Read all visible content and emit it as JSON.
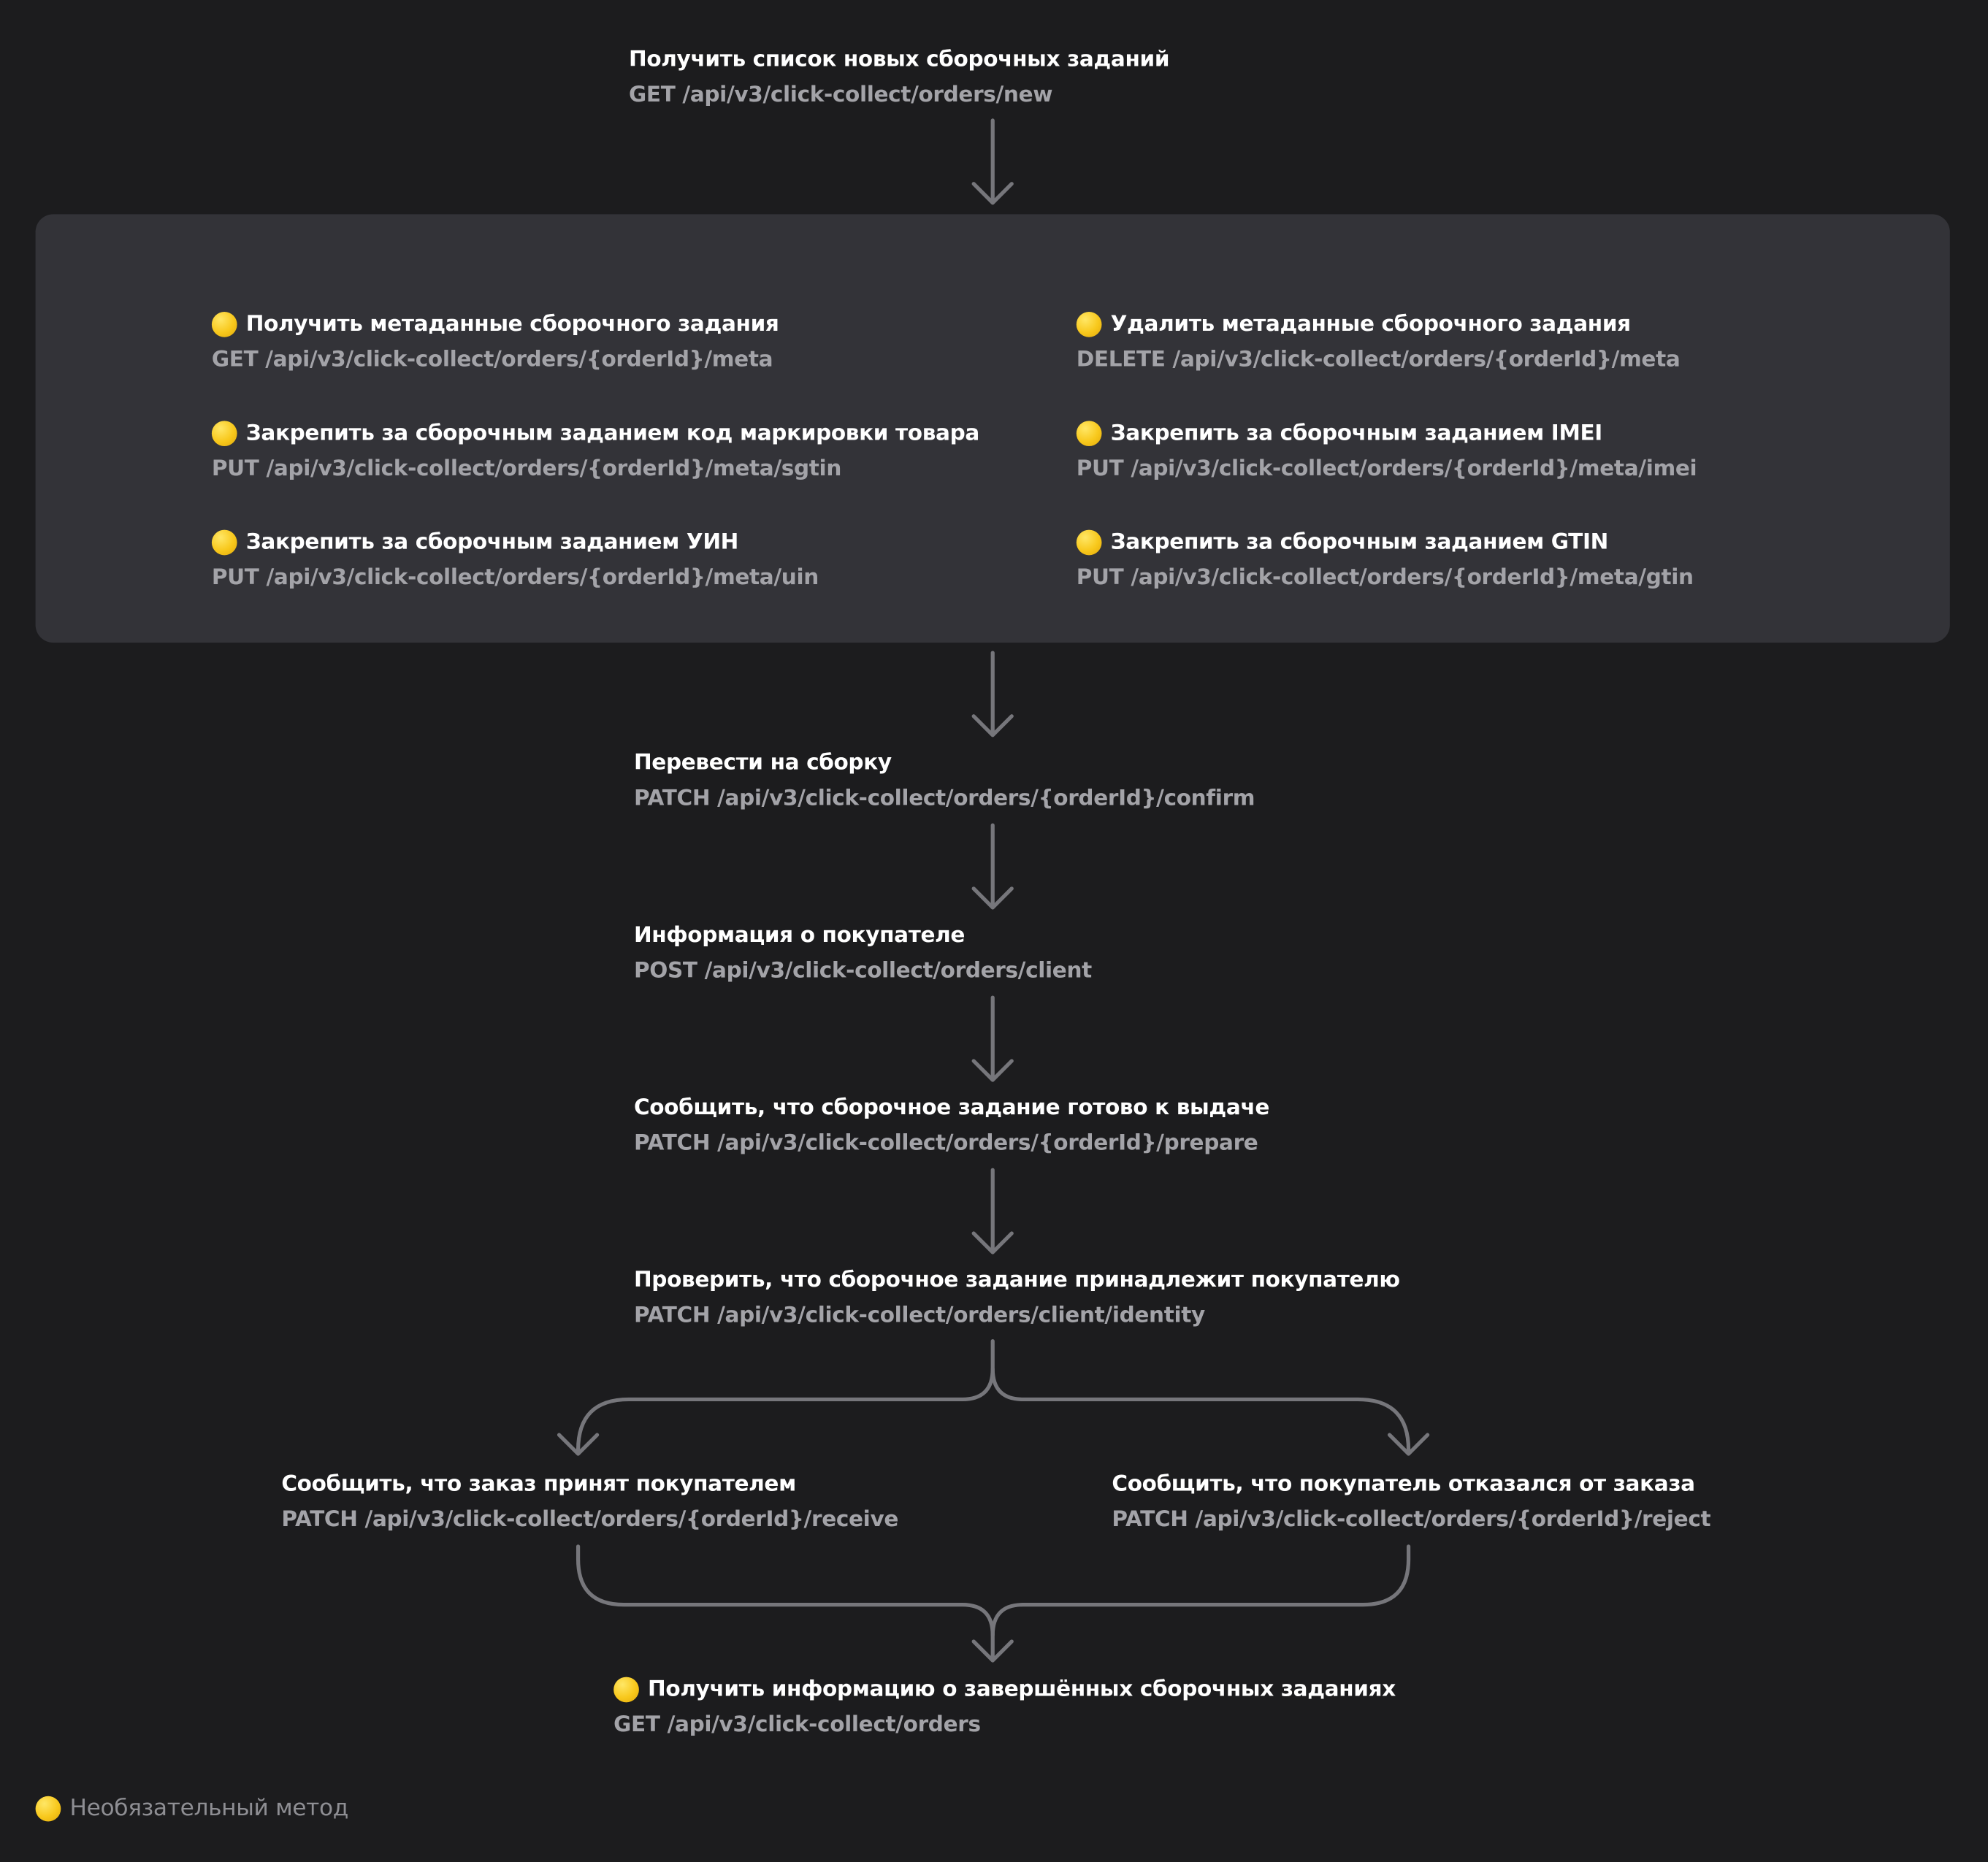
{
  "top": {
    "title": "Получить список новых сборочных заданий",
    "endpoint": "GET /api/v3/click-collect/orders/new"
  },
  "meta_panel": {
    "items": [
      {
        "title": "Получить метаданные сборочного задания",
        "endpoint": "GET /api/v3/click-collect/orders/{orderId}/meta",
        "optional": true
      },
      {
        "title": "Удалить метаданные сборочного задания",
        "endpoint": "DELETE /api/v3/click-collect/orders/{orderId}/meta",
        "optional": true
      },
      {
        "title": "Закрепить за сборочным заданием код маркировки товара",
        "endpoint": "PUT /api/v3/click-collect/orders/{orderId}/meta/sgtin",
        "optional": true
      },
      {
        "title": "Закрепить за сборочным заданием IMEI",
        "endpoint": "PUT /api/v3/click-collect/orders/{orderId}/meta/imei",
        "optional": true
      },
      {
        "title": "Закрепить за сборочным заданием УИН",
        "endpoint": "PUT /api/v3/click-collect/orders/{orderId}/meta/uin",
        "optional": true
      },
      {
        "title": "Закрепить за сборочным заданием GTIN",
        "endpoint": "PUT /api/v3/click-collect/orders/{orderId}/meta/gtin",
        "optional": true
      }
    ]
  },
  "steps": {
    "confirm": {
      "title": "Перевести на сборку",
      "endpoint": "PATCH /api/v3/click-collect/orders/{orderId}/confirm"
    },
    "client": {
      "title": "Информация о покупателе",
      "endpoint": "POST /api/v3/click-collect/orders/client"
    },
    "prepare": {
      "title": "Сообщить, что сборочное задание готово к выдаче",
      "endpoint": "PATCH /api/v3/click-collect/orders/{orderId}/prepare"
    },
    "identity": {
      "title": "Проверить, что сборочное задание принадлежит покупателю",
      "endpoint": "PATCH /api/v3/click-collect/orders/client/identity"
    },
    "receive": {
      "title": "Сообщить, что заказ принят покупателем",
      "endpoint": "PATCH /api/v3/click-collect/orders/{orderId}/receive"
    },
    "reject": {
      "title": "Сообщить, что покупатель отказался от заказа",
      "endpoint": "PATCH /api/v3/click-collect/orders/{orderId}/reject"
    },
    "orders": {
      "title": "Получить информацию о завершённых сборочных заданиях",
      "endpoint": "GET /api/v3/click-collect/orders",
      "optional": true
    }
  },
  "legend": {
    "label": "Необязательный метод"
  },
  "colors": {
    "background": "#1c1c1e",
    "panel": "#333338",
    "title": "#ffffff",
    "endpoint": "#a3a3a8",
    "connector": "#76767b",
    "optional_marker": "#f8c81c"
  }
}
